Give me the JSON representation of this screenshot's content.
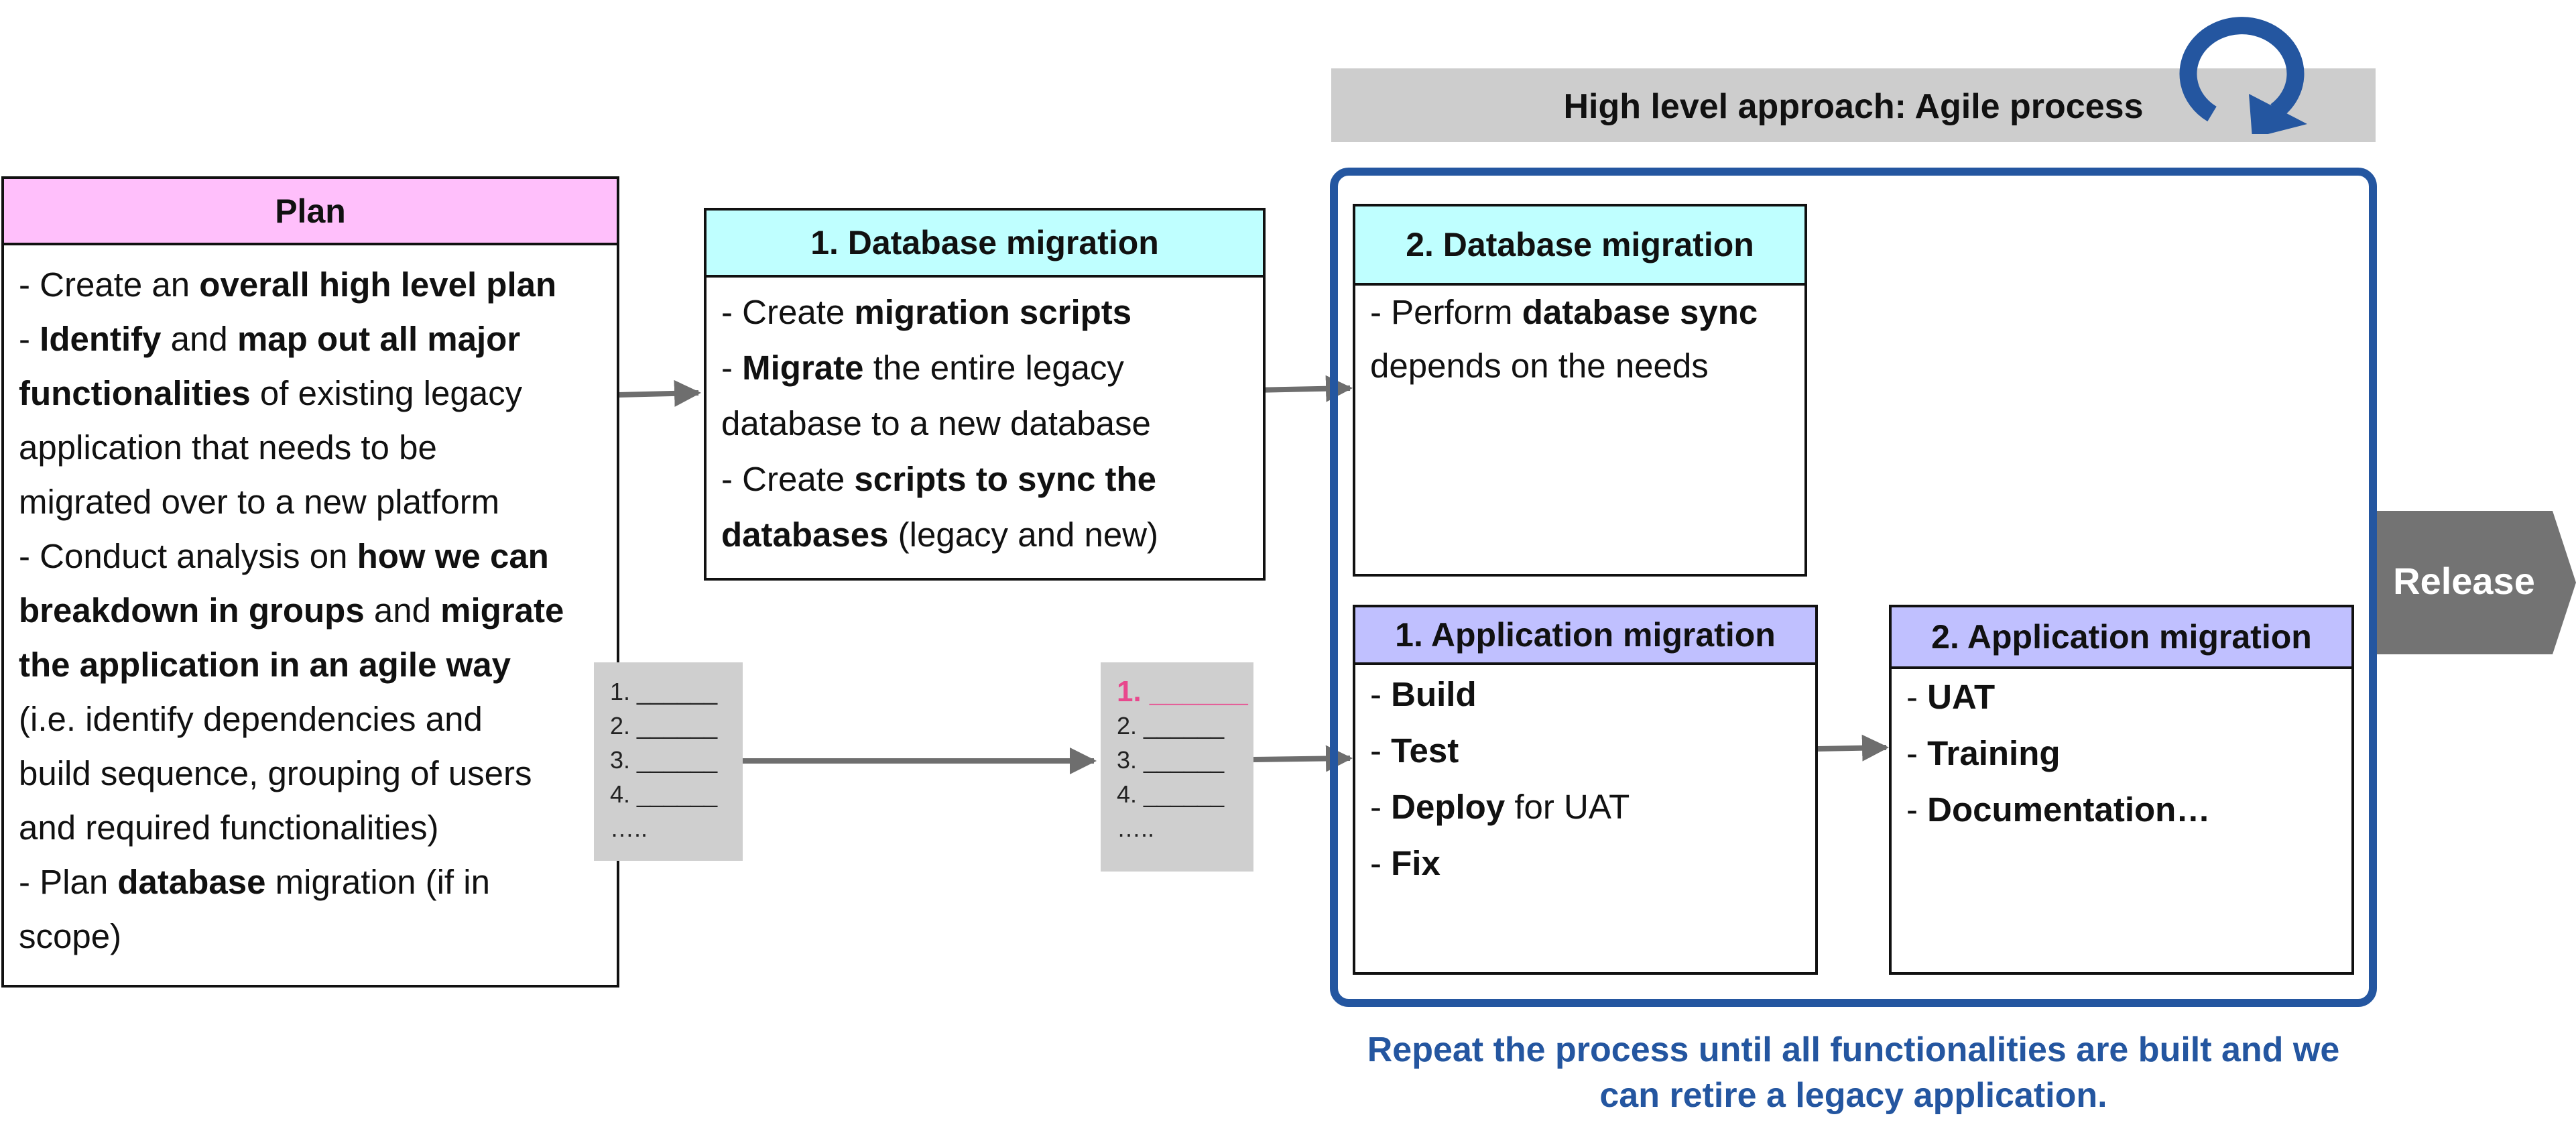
{
  "agile_banner": {
    "title": "High level approach: Agile process",
    "loop_icon": "refresh-loop-icon"
  },
  "plan": {
    "title": "Plan",
    "lines": [
      [
        {
          "t": "- Create an "
        },
        {
          "t": "overall high level plan",
          "b": true
        }
      ],
      [
        {
          "t": "- "
        },
        {
          "t": "Identify",
          "b": true
        },
        {
          "t": " and "
        },
        {
          "t": "map out all major",
          "b": true
        }
      ],
      [
        {
          "t": "functionalities",
          "b": true
        },
        {
          "t": " of existing legacy"
        }
      ],
      [
        {
          "t": "application that needs to be"
        }
      ],
      [
        {
          "t": "migrated over to a new platform"
        }
      ],
      [
        {
          "t": "- Conduct analysis on "
        },
        {
          "t": "how we can",
          "b": true
        }
      ],
      [
        {
          "t": "breakdown in groups",
          "b": true
        },
        {
          "t": " and "
        },
        {
          "t": "migrate",
          "b": true
        }
      ],
      [
        {
          "t": "the application in an agile way",
          "b": true
        }
      ],
      [
        {
          "t": "(i.e. identify dependencies and"
        }
      ],
      [
        {
          "t": "build sequence, grouping of users"
        }
      ],
      [
        {
          "t": "and required functionalities)"
        }
      ],
      [
        {
          "t": "- Plan "
        },
        {
          "t": "database",
          "b": true
        },
        {
          "t": " migration (if in"
        }
      ],
      [
        {
          "t": "scope)"
        }
      ]
    ]
  },
  "db1": {
    "title": "1. Database migration",
    "lines": [
      [
        {
          "t": "- Create "
        },
        {
          "t": "migration scripts",
          "b": true
        }
      ],
      [
        {
          "t": "- "
        },
        {
          "t": "Migrate",
          "b": true
        },
        {
          "t": " the entire legacy"
        }
      ],
      [
        {
          "t": "database to a new database"
        }
      ],
      [
        {
          "t": "- Create "
        },
        {
          "t": "scripts to sync the",
          "b": true
        }
      ],
      [
        {
          "t": "databases",
          "b": true
        },
        {
          "t": " (legacy and new)"
        }
      ]
    ]
  },
  "db2": {
    "title": "2. Database migration",
    "lines": [
      [
        {
          "t": "- Perform "
        },
        {
          "t": "database sync",
          "b": true
        }
      ],
      [
        {
          "t": "depends on the needs"
        }
      ]
    ]
  },
  "app1": {
    "title": "1. Application migration",
    "lines": [
      [
        {
          "t": "- "
        },
        {
          "t": "Build",
          "b": true
        }
      ],
      [
        {
          "t": "- "
        },
        {
          "t": "Test",
          "b": true
        }
      ],
      [
        {
          "t": "- "
        },
        {
          "t": "Deploy",
          "b": true
        },
        {
          "t": " for UAT"
        }
      ],
      [
        {
          "t": "- "
        },
        {
          "t": "Fix",
          "b": true
        }
      ]
    ]
  },
  "app2": {
    "title": "2. Application migration",
    "lines": [
      [
        {
          "t": "- "
        },
        {
          "t": "UAT",
          "b": true
        }
      ],
      [
        {
          "t": "- "
        },
        {
          "t": "Training",
          "b": true
        }
      ],
      [
        {
          "t": "- "
        },
        {
          "t": "Documentation…",
          "b": true
        }
      ]
    ]
  },
  "list_left": {
    "items": [
      "1. ______",
      "2. ______",
      "3. ______",
      "4. ______",
      "….."
    ]
  },
  "list_right": {
    "items": [
      "1. ______",
      "2. ______",
      "3. ______",
      "4. ______",
      "….."
    ]
  },
  "release": {
    "label": "Release"
  },
  "footer_note": {
    "line1": "Repeat the process until all functionalities are built and we",
    "line2": "can retire a legacy application."
  },
  "colors": {
    "plan_header": "#ffbffb",
    "db_header": "#bfffff",
    "app_header": "#c0c0ff",
    "agile_blue": "#2456a0",
    "banner_grey": "#cdcdcd",
    "arrow_grey": "#6e6e6e",
    "release_grey": "#737373",
    "highlight_pink": "#e8488d"
  }
}
